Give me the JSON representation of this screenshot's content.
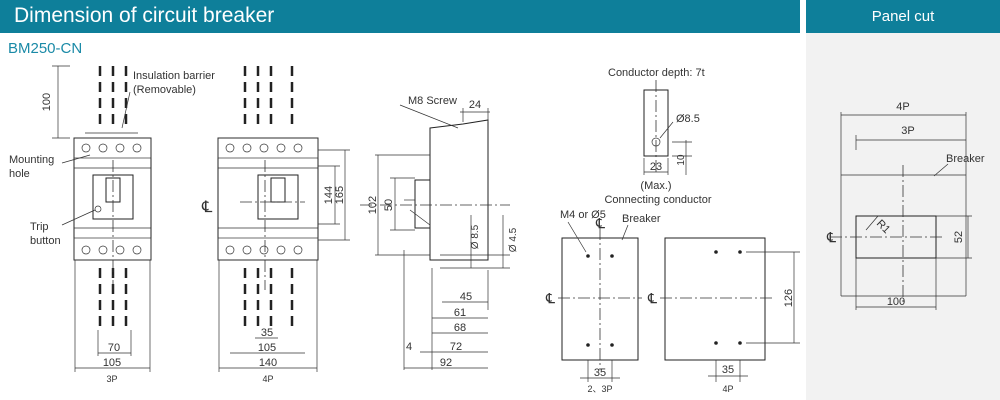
{
  "header": {
    "title": "Dimension of circuit breaker",
    "panel_title": "Panel cut"
  },
  "model": "BM250-CN",
  "labels": {
    "insulation1": "Insulation barrier",
    "insulation2": "(Removable)",
    "mounting1": "Mounting",
    "mounting2": "hole",
    "trip1": "Trip",
    "trip2": "button",
    "m8": "M8 Screw",
    "conductor_depth": "Conductor depth: 7t",
    "max": "(Max.)",
    "connecting": "Connecting conductor",
    "m4": "M4 or Ø5",
    "breaker1": "Breaker",
    "breaker2": "Breaker",
    "cl": "℄"
  },
  "dims": {
    "d100": "100",
    "d70": "70",
    "d105a": "105",
    "p3a": "3P",
    "d144": "144",
    "d165": "165",
    "d35a": "35",
    "d105b": "105",
    "d140": "140",
    "p4a": "4P",
    "d24": "24",
    "d102": "102",
    "d50": "50",
    "d8_5": "Ø 8.5",
    "d4_5": "Ø 4.5",
    "d45": "45",
    "d61": "61",
    "d68": "68",
    "d72": "72",
    "d92": "92",
    "d4": "4",
    "o85": "Ø8.5",
    "d23": "23",
    "d10": "10",
    "d35b": "35",
    "p23": "2、3P",
    "d126": "126",
    "d35c": "35",
    "p4b": "4P",
    "pc4p": "4P",
    "pc3p": "3P",
    "r1": "R1",
    "d52": "52",
    "d100b": "100"
  }
}
